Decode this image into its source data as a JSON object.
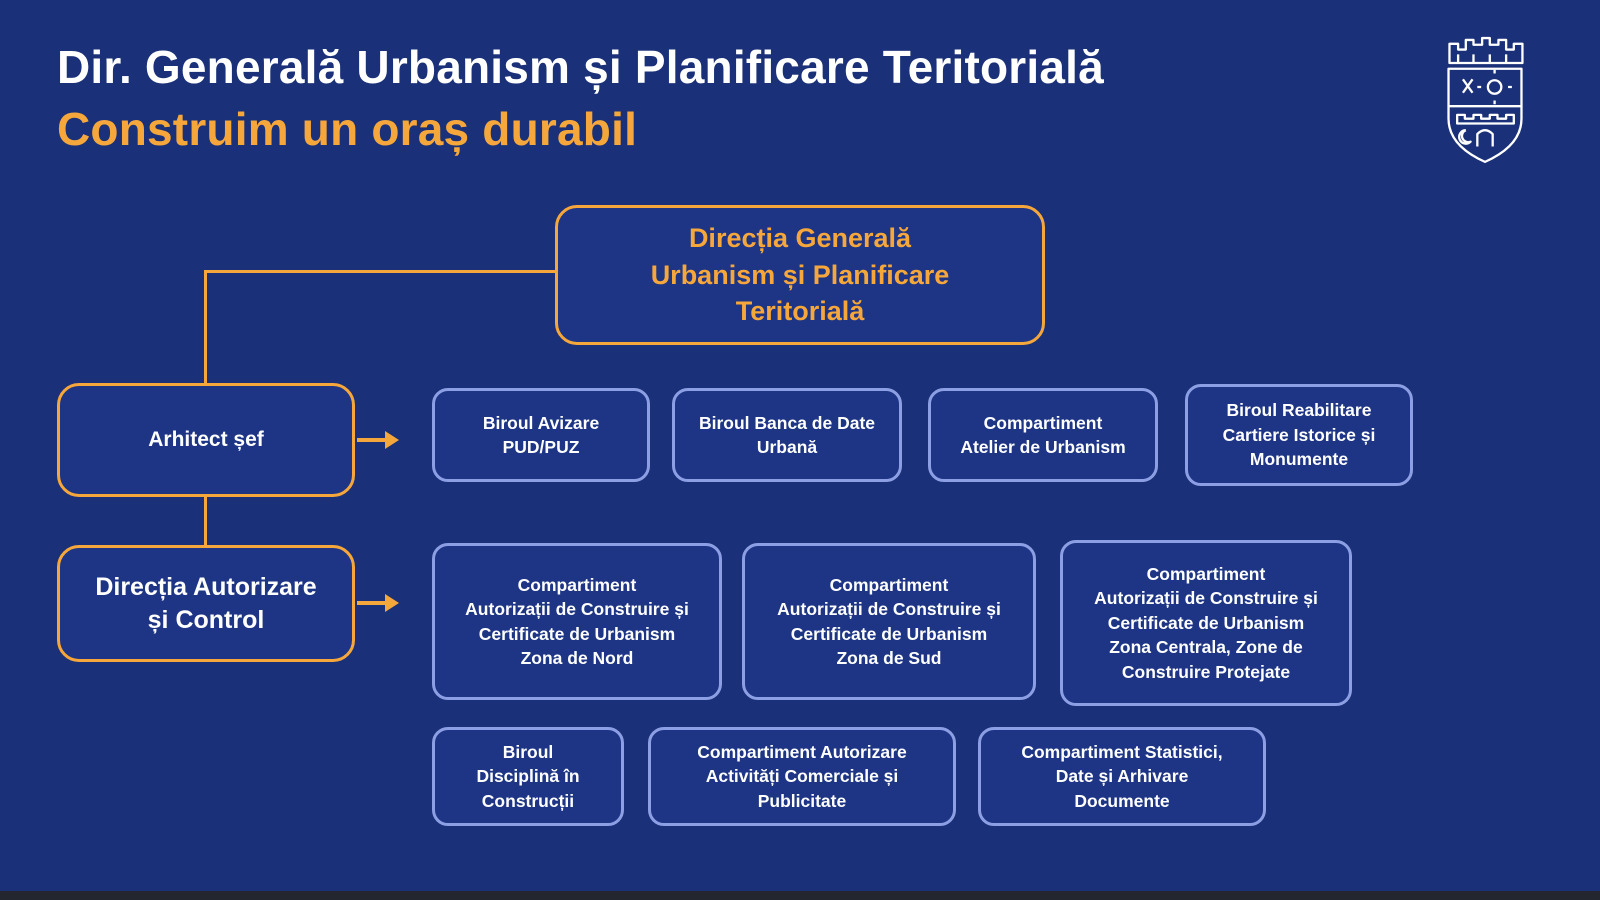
{
  "page": {
    "title": "Dir. Generală Urbanism și Planificare Teritorială",
    "subtitle": "Construim un oraș durabil"
  },
  "colors": {
    "background": "#1A3078",
    "accent_orange": "#F6A73B",
    "box_border_light": "#8C9FE4",
    "text_white": "#FFFFFF",
    "footer_strip": "#23262E"
  },
  "logo": {
    "name": "timisoara-coat-of-arms"
  },
  "chart_data": {
    "type": "org-chart",
    "root": {
      "label": "Direcția Generală\nUrbanism și Planificare\nTeritorială"
    },
    "branches": [
      {
        "head": {
          "label": "Arhitect șef"
        },
        "children": [
          {
            "label": "Biroul Avizare\nPUD/PUZ"
          },
          {
            "label": "Biroul Banca de Date\nUrbană"
          },
          {
            "label": "Compartiment\nAtelier de Urbanism"
          },
          {
            "label": "Biroul Reabilitare\nCartiere Istorice și\nMonumente"
          }
        ]
      },
      {
        "head": {
          "label": "Direcția Autorizare\nși Control"
        },
        "children_row1": [
          {
            "label": "Compartiment\nAutorizații de Construire și\nCertificate de Urbanism\nZona de Nord"
          },
          {
            "label": "Compartiment\nAutorizații de Construire și\nCertificate de Urbanism\nZona de Sud"
          },
          {
            "label": "Compartiment\nAutorizații de Construire și\nCertificate de Urbanism\nZona Centrala, Zone de\nConstruire Protejate"
          }
        ],
        "children_row2": [
          {
            "label": "Biroul\nDisciplină în\nConstrucții"
          },
          {
            "label": "Compartiment Autorizare\nActivități Comerciale și\nPublicitate"
          },
          {
            "label": "Compartiment Statistici,\nDate și Arhivare\nDocumente"
          }
        ]
      }
    ]
  }
}
